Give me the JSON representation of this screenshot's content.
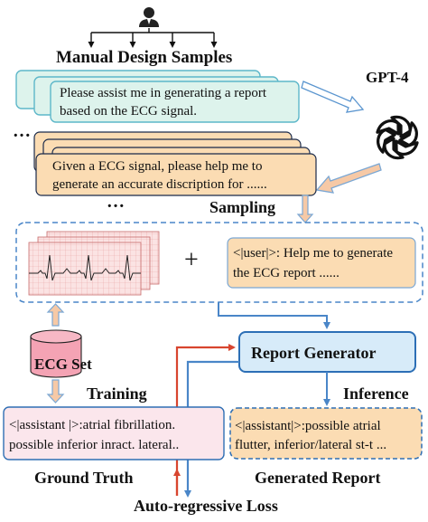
{
  "manual": {
    "title": "Manual Design Samples",
    "prompt_line1": "Please assist me in generating a report",
    "prompt_line2": "based on the ECG signal."
  },
  "gpt": {
    "label": "GPT-4"
  },
  "sampled": {
    "prompt_line1": "Given a ECG signal, please help me to",
    "prompt_line2": "generate an accurate discription for ......",
    "ellipsis_top": "…",
    "ellipsis_bottom": "…",
    "label": "Sampling"
  },
  "input": {
    "plus": "+",
    "user_line1": "<|user|>: Help me to generate",
    "user_line2": "the ECG report ......"
  },
  "ecg_set": {
    "label": "ECG Set"
  },
  "generator": {
    "label": "Report Generator"
  },
  "training": {
    "label": "Training"
  },
  "inference": {
    "label": "Inference"
  },
  "ground_truth": {
    "line1": "<|assistant |>:atrial fibrillation.",
    "line2": "possible inferior inract. lateral..",
    "label": "Ground Truth"
  },
  "generated": {
    "line1": "<|assistant|>:possible atrial",
    "line2": "flutter, inferior/lateral st-t ...",
    "label": "Generated Report"
  },
  "loss": {
    "label": "Auto-regressive Loss"
  },
  "colors": {
    "green_fill": "#ddf3ec",
    "green_border": "#5db7c9",
    "orange_fill": "#fbdcb3",
    "orange_border": "#1a2a4a",
    "blue_fill": "#d7ebf9",
    "blue_border": "#2c6fb6",
    "pink_fill": "#fbe6ec",
    "pink_border": "#2f6fb4",
    "arrow_blue": "#4a86c8",
    "arrow_red": "#d8452f",
    "fat_arrow_fill": "#f6c9a6",
    "fat_arrow_border": "#7aa7d4",
    "cylinder_fill": "#f4a3b4"
  },
  "icons": [
    "user-icon",
    "openai-logo-icon",
    "ecg-strip-icon",
    "cylinder-icon"
  ]
}
